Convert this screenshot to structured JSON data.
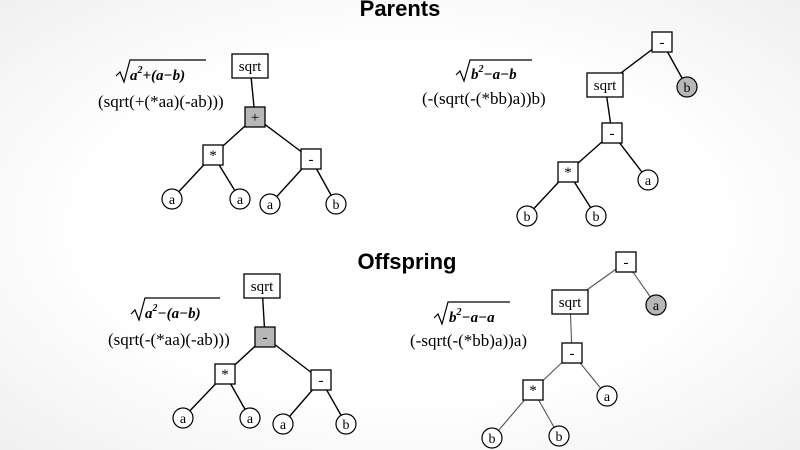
{
  "headers": {
    "parents": "Parents",
    "offspring": "Offspring"
  },
  "formulas": {
    "p1_sexpr": "(sqrt(+(*aa)(-ab)))",
    "p2_sexpr": "(-(sqrt(-(*bb)a))b)",
    "o1_sexpr": "(sqrt(-(*aa)(-ab)))",
    "o2_sexpr": "(-sqrt(-(*bb)a))a)",
    "p1_math": {
      "a": "a",
      "two": "2",
      "rest": "+(a−b)"
    },
    "p2_math": {
      "b": "b",
      "two": "2",
      "rest": "−a−b"
    },
    "o1_math": {
      "a": "a",
      "two": "2",
      "rest": "−(a−b)"
    },
    "o2_math": {
      "b": "b",
      "two": "2",
      "rest": "−a−a"
    }
  },
  "trees": {
    "parent1": [
      {
        "label": "sqrt",
        "shape": "box"
      },
      {
        "label": "+",
        "shape": "box",
        "highlight": true
      },
      {
        "label": "*",
        "shape": "box"
      },
      {
        "label": "-",
        "shape": "box"
      },
      {
        "label": "a",
        "shape": "circle"
      },
      {
        "label": "a",
        "shape": "circle"
      },
      {
        "label": "a",
        "shape": "circle"
      },
      {
        "label": "b",
        "shape": "circle"
      }
    ],
    "parent2": [
      {
        "label": "-",
        "shape": "box"
      },
      {
        "label": "sqrt",
        "shape": "box"
      },
      {
        "label": "b",
        "shape": "circle",
        "highlight": true
      },
      {
        "label": "-",
        "shape": "box"
      },
      {
        "label": "*",
        "shape": "box"
      },
      {
        "label": "a",
        "shape": "circle"
      },
      {
        "label": "b",
        "shape": "circle"
      },
      {
        "label": "b",
        "shape": "circle"
      }
    ],
    "offspring1": [
      {
        "label": "sqrt",
        "shape": "box"
      },
      {
        "label": "-",
        "shape": "box",
        "highlight": true
      },
      {
        "label": "*",
        "shape": "box"
      },
      {
        "label": "-",
        "shape": "box"
      },
      {
        "label": "a",
        "shape": "circle"
      },
      {
        "label": "a",
        "shape": "circle"
      },
      {
        "label": "a",
        "shape": "circle"
      },
      {
        "label": "b",
        "shape": "circle"
      }
    ],
    "offspring2": [
      {
        "label": "-",
        "shape": "box"
      },
      {
        "label": "sqrt",
        "shape": "box"
      },
      {
        "label": "a",
        "shape": "circle",
        "highlight": true
      },
      {
        "label": "-",
        "shape": "box"
      },
      {
        "label": "*",
        "shape": "box"
      },
      {
        "label": "a",
        "shape": "circle"
      },
      {
        "label": "b",
        "shape": "circle"
      },
      {
        "label": "b",
        "shape": "circle"
      }
    ]
  },
  "colors": {
    "highlight": "#b7b7b7",
    "line": "#000000"
  }
}
